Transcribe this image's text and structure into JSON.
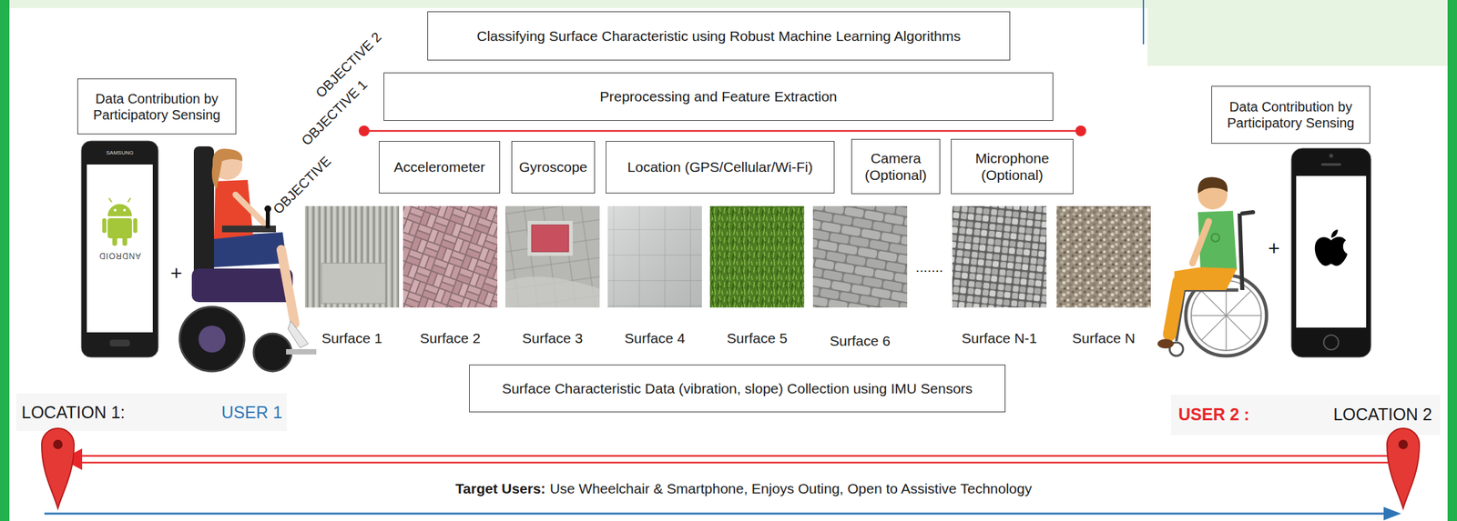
{
  "diagram": {
    "nodes": [
      {
        "text": [
          "Classifying Surface Characteristic using Robust Machine Learning Algorithms"
        ]
      },
      {
        "text": [
          "Preprocessing and Feature Extraction"
        ]
      },
      {
        "text": [
          "Data Contribution by Participatory Sensing"
        ]
      },
      {
        "text": [
          "Data Contribution by Participatory Sensing"
        ]
      },
      {
        "text": [
          "Accelerometer"
        ]
      },
      {
        "text": [
          "Gyroscope"
        ]
      },
      {
        "text": [
          "Location (GPS/Cellular/Wi-Fi)"
        ]
      },
      {
        "text": [
          "Camera (Optional)"
        ]
      },
      {
        "text": [
          "Microphone (Optional)"
        ]
      },
      {
        "text": [
          "Surface Characteristic Data (vibration, slope) Collection using IMU Sensors"
        ]
      }
    ],
    "labels": [
      "OBJECTIVE 2",
      "OBJECTIVE 1",
      "OBJECTIVE",
      "SAMSUNG",
      "ANDROID",
      "+",
      "Surface 1",
      "Surface 2",
      "Surface 3",
      "Surface 4",
      "Surface 5",
      "Surface 6",
      ".......",
      "Surface N-1",
      "Surface N",
      "+",
      "LOCATION 1:",
      "USER 1",
      "USER 2 :",
      "LOCATION 2",
      "Target Users:",
      "Use Wheelchair & Smartphone, Enjoys Outing, Open to Assistive Technology"
    ]
  }
}
